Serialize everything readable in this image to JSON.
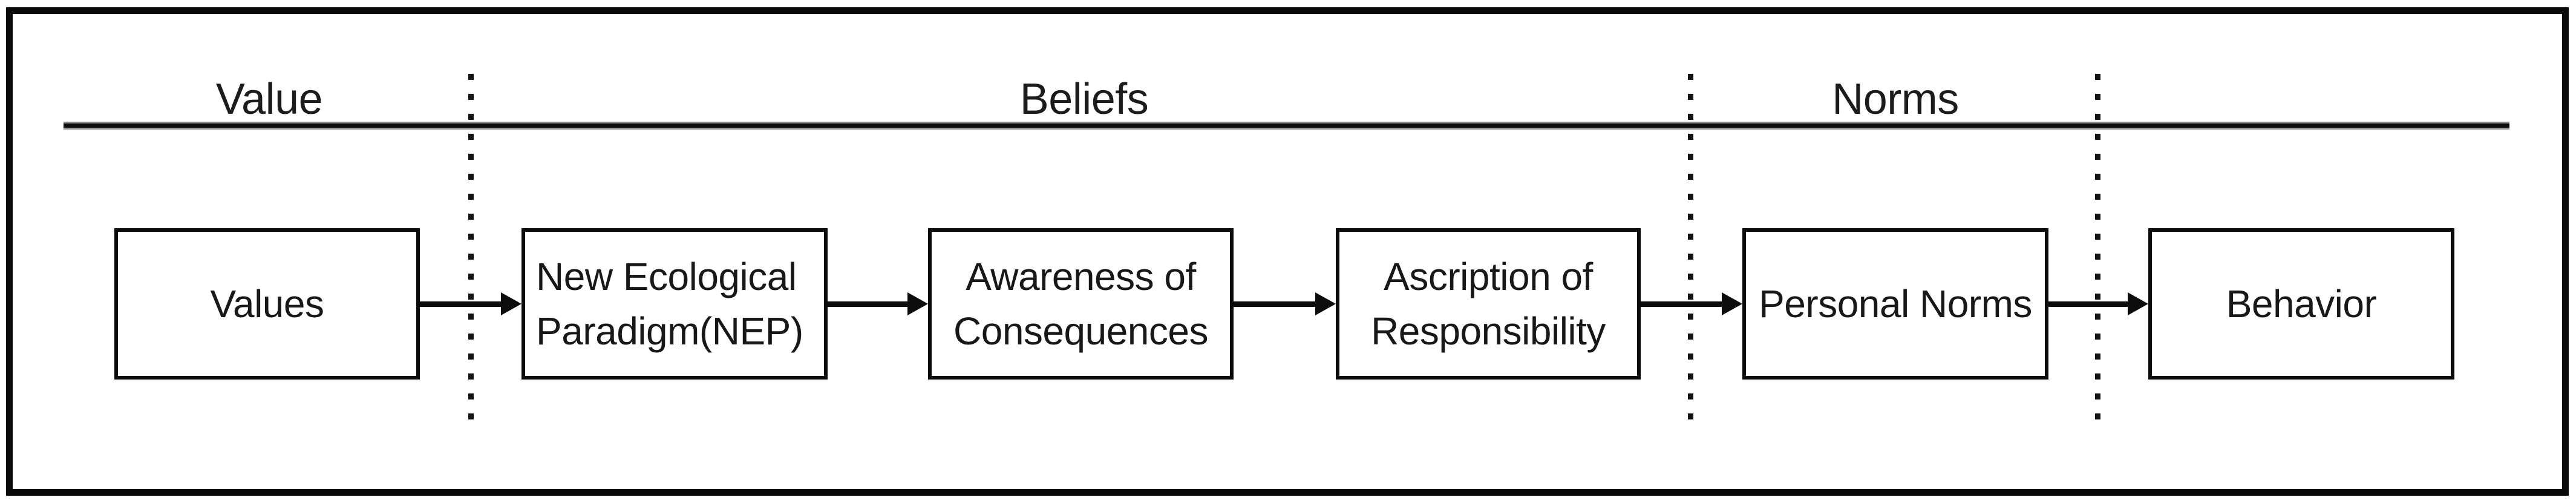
{
  "diagram": {
    "type": "flowchart",
    "model_name": "Value-Belief-Norm flow",
    "colors": {
      "background": "#ffffff",
      "frame_border": "#0a0a0a",
      "box_border": "#0b0b0b",
      "text": "#181818",
      "rule_core": "#0d0d0d",
      "rule_halo": "#8f8f8f",
      "dotted_separator": "#141414",
      "arrow": "#0c0c0c"
    },
    "sections": [
      {
        "label": "Value"
      },
      {
        "label": "Beliefs"
      },
      {
        "label": "Norms"
      }
    ],
    "nodes": [
      {
        "id": "values",
        "lines": [
          "Values"
        ]
      },
      {
        "id": "nep",
        "lines": [
          "New Ecological",
          "Paradigm(NEP)"
        ]
      },
      {
        "id": "awareness",
        "lines": [
          "Awareness of",
          "Consequences"
        ]
      },
      {
        "id": "ascription",
        "lines": [
          "Ascription of",
          "Responsibility"
        ]
      },
      {
        "id": "personal-norms",
        "lines": [
          "Personal Norms"
        ]
      },
      {
        "id": "behavior",
        "lines": [
          "Behavior"
        ]
      }
    ],
    "edges": [
      {
        "from": "Values",
        "to": "New Ecological Paradigm(NEP)"
      },
      {
        "from": "New Ecological Paradigm(NEP)",
        "to": "Awareness of Consequences"
      },
      {
        "from": "Awareness of Consequences",
        "to": "Ascription of Responsibility"
      },
      {
        "from": "Ascription of Responsibility",
        "to": "Personal Norms"
      },
      {
        "from": "Personal Norms",
        "to": "Behavior"
      }
    ]
  }
}
